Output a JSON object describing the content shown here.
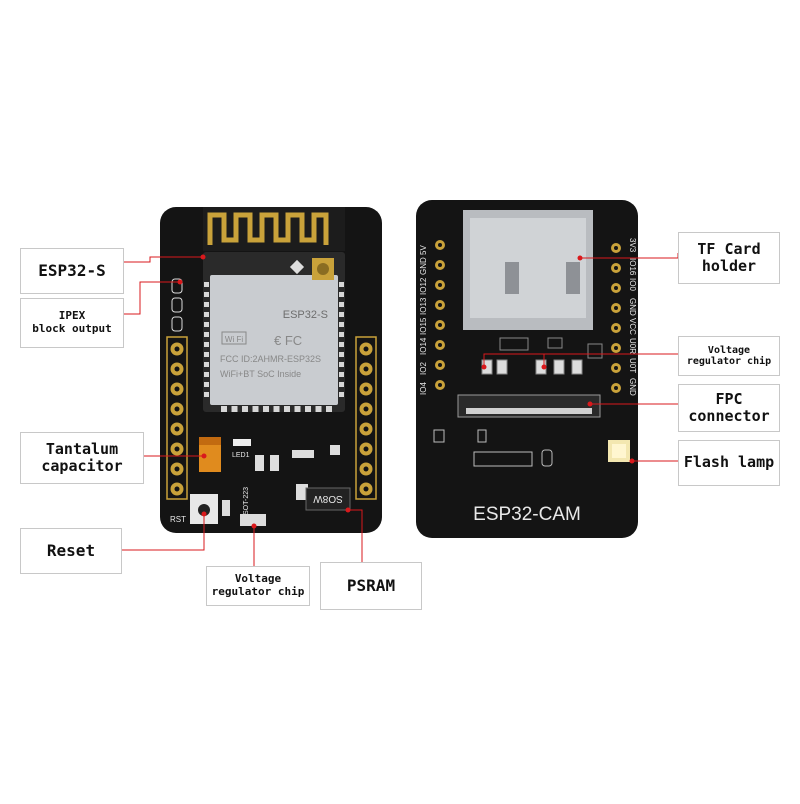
{
  "labels": {
    "esp32s": "ESP32-S",
    "ipex": [
      "IPEX",
      "block output"
    ],
    "tantalum": [
      "Tantalum",
      "capacitor"
    ],
    "reset": "Reset",
    "vreg_bottom": [
      "Voltage",
      "regulator chip"
    ],
    "psram": "PSRAM",
    "tf_card": [
      "TF Card",
      "holder"
    ],
    "vreg_right": [
      "Voltage",
      "regulator chip"
    ],
    "fpc": [
      "FPC",
      "connector"
    ],
    "flash": "Flash lamp"
  },
  "board_front": {
    "module_name": "ESP32-S",
    "wifi": "Wi Fi",
    "fcc_id": "FCC ID:2AHMR-ESP32S",
    "soc": "WiFi+BT SoC Inside",
    "led": "LED1",
    "rst": "RST",
    "sot": "SOT-223",
    "psram_chip": "SO8W"
  },
  "board_back": {
    "name": "ESP32-CAM",
    "left_pins": [
      "IO4",
      "IO2",
      "IO14",
      "IO15",
      "IO13",
      "IO12",
      "GND",
      "5V"
    ],
    "right_pins": [
      "3V3",
      "IO16",
      "IO0",
      "GND",
      "VCC",
      "U0R",
      "U0T",
      "GND"
    ]
  },
  "colors": {
    "board": "#141414",
    "pcb_text": "#e8e8e8",
    "leader": "#d9191c",
    "gold": "#c9a23a"
  }
}
